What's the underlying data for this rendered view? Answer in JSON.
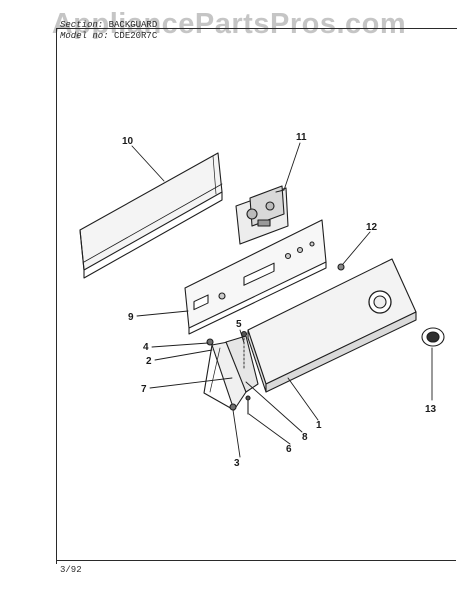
{
  "watermark": "AppliancePartsPros.com",
  "header": {
    "section_label": "Section:",
    "section_value": "BACKGUARD",
    "model_label": "Model no:",
    "model_value": "CDE20R7C"
  },
  "footer": {
    "date": "3/92"
  },
  "callouts": {
    "c1": "1",
    "c2": "2",
    "c3": "3",
    "c4": "4",
    "c5": "5",
    "c6": "6",
    "c7": "7",
    "c8": "8",
    "c9": "9",
    "c10": "10",
    "c11": "11",
    "c12": "12",
    "c13": "13"
  }
}
